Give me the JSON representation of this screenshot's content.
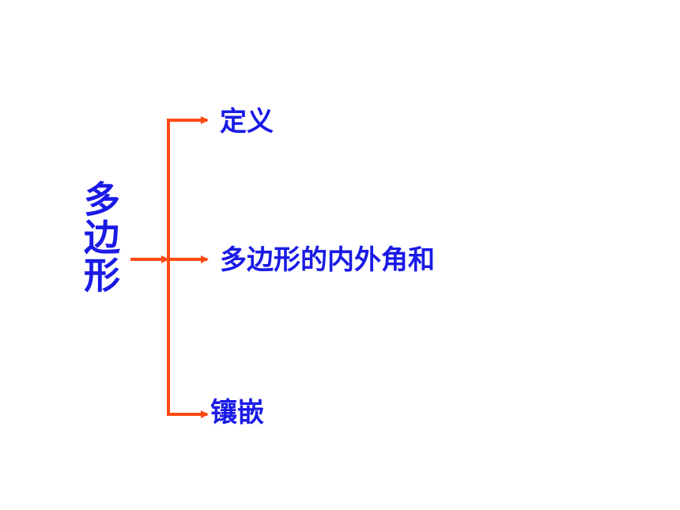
{
  "diagram": {
    "root": "多边形",
    "branches": [
      {
        "label": "定义"
      },
      {
        "label": "多边形的内外角和"
      },
      {
        "label": "镶嵌"
      }
    ]
  },
  "colors": {
    "text": "#1a1ae6",
    "connector": "#ff4a14"
  }
}
